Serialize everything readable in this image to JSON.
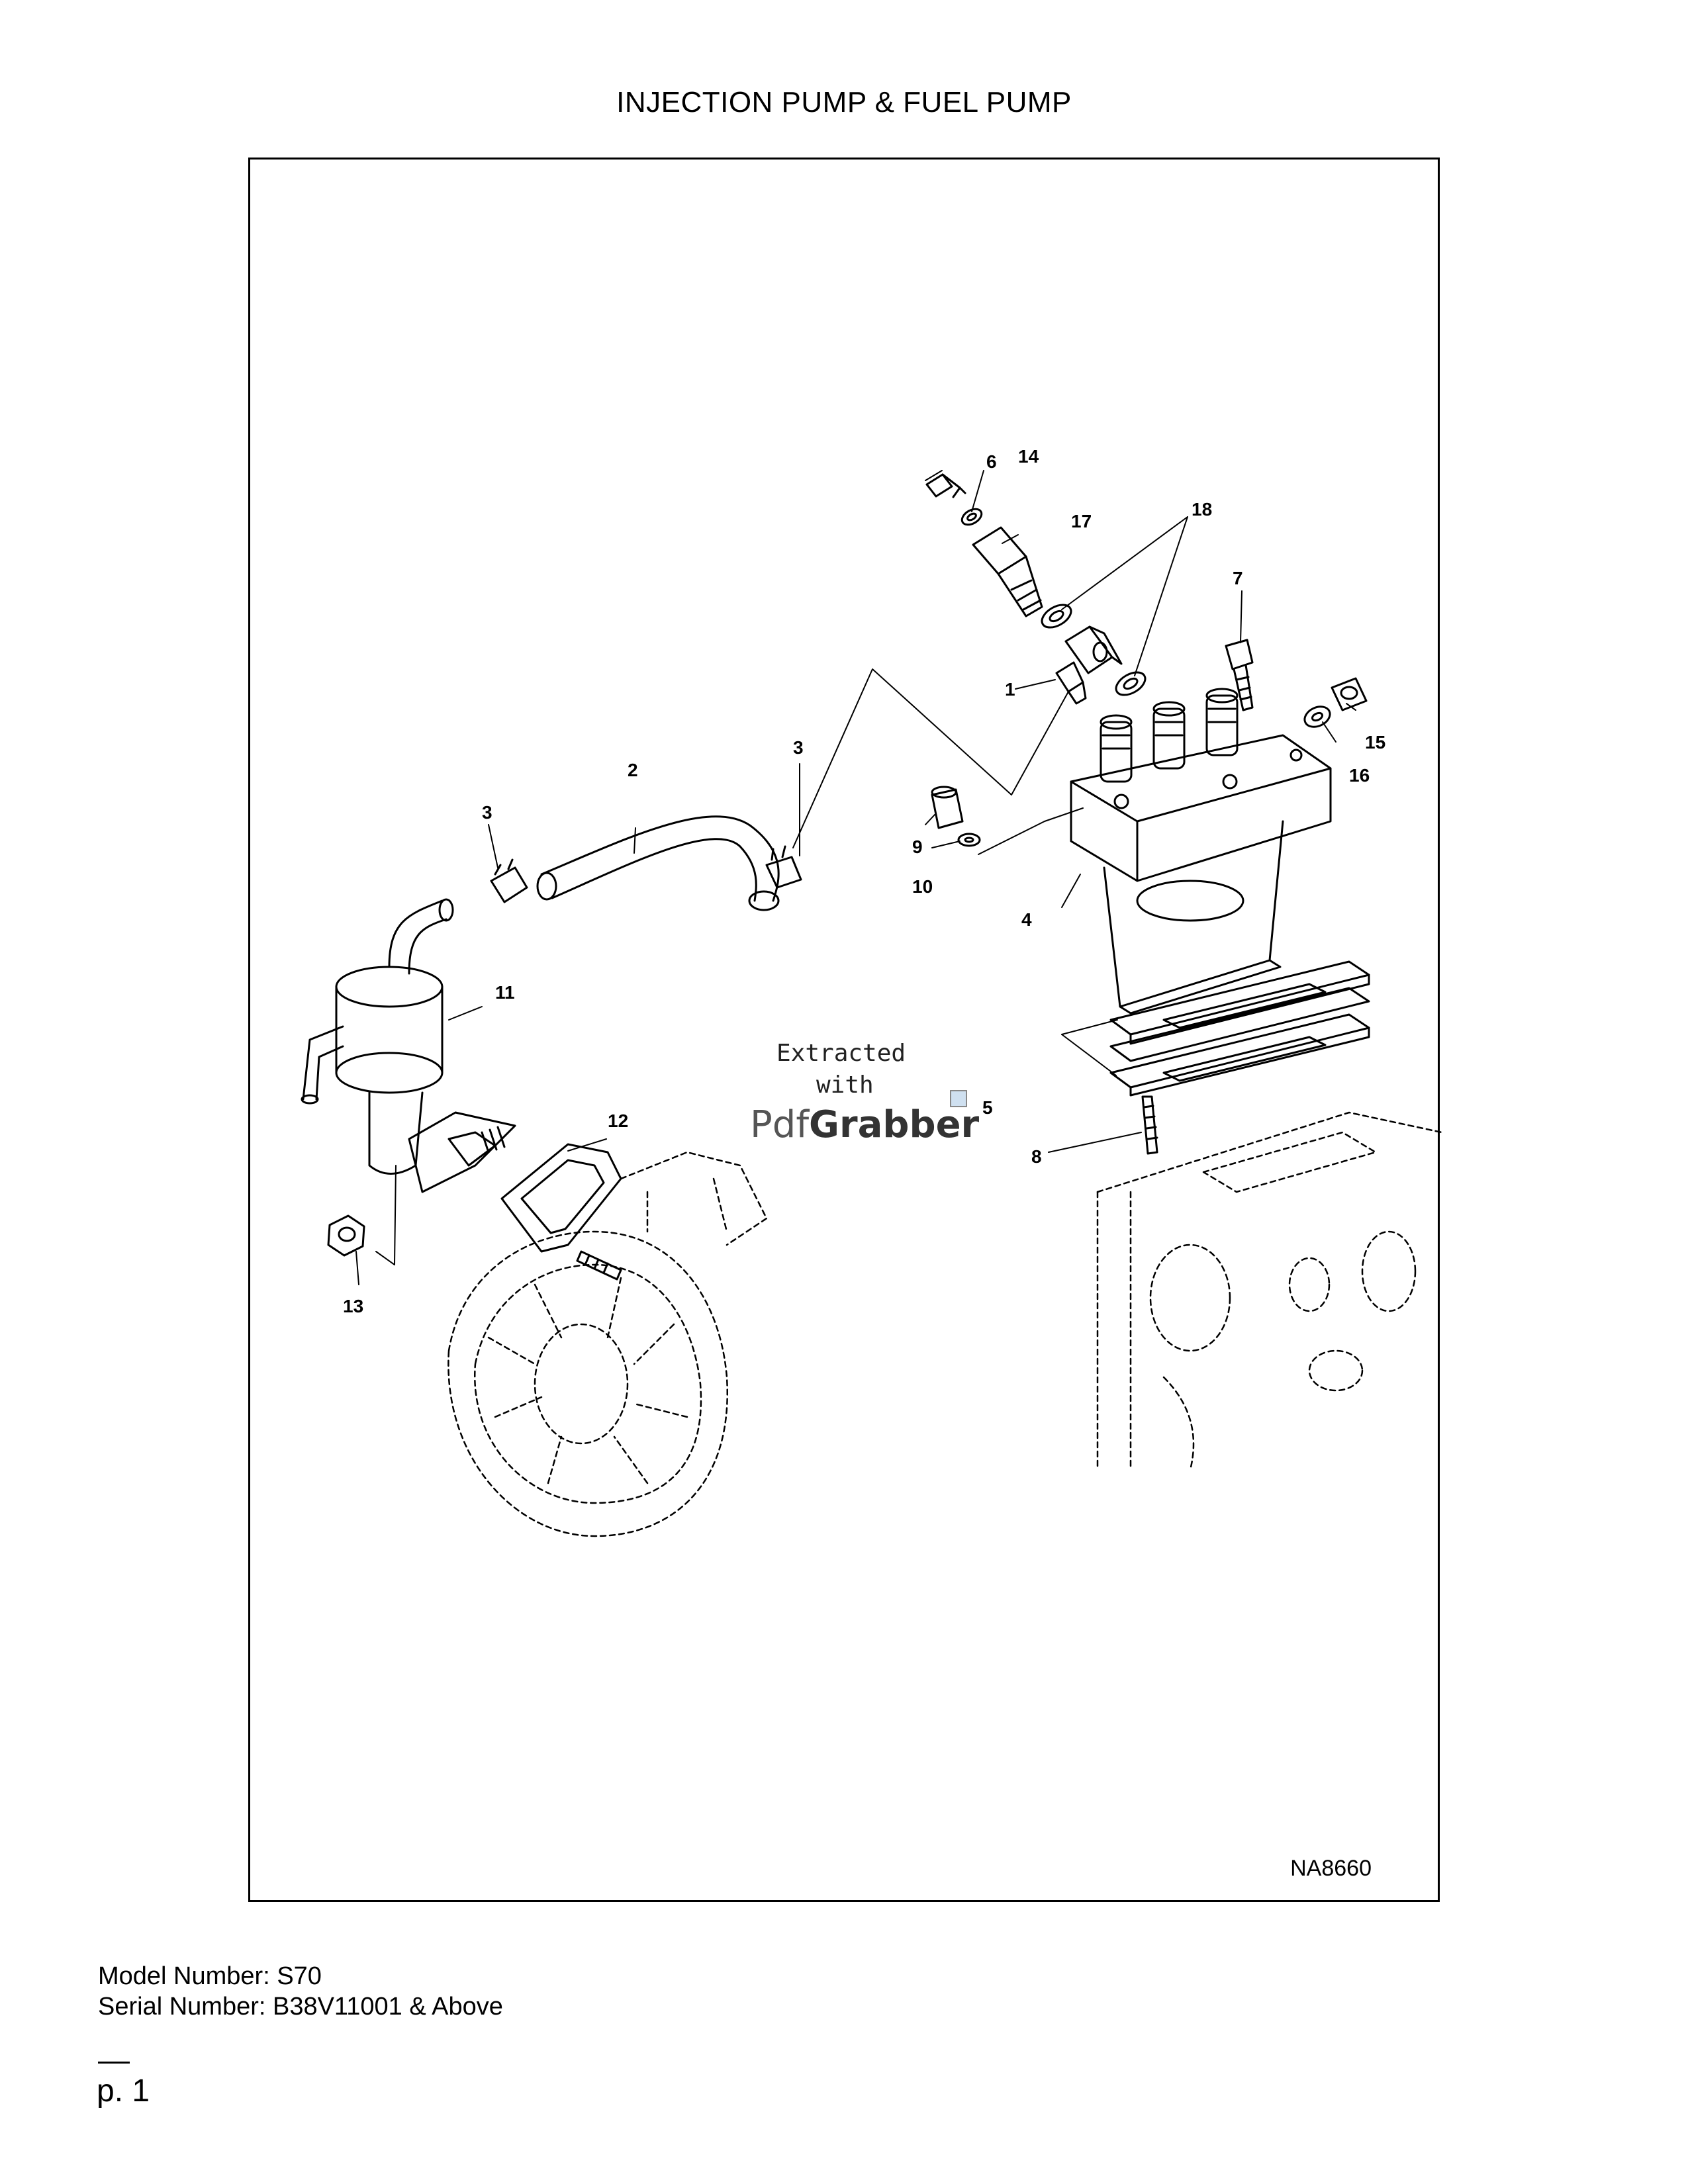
{
  "header": {
    "title": "INJECTION PUMP & FUEL PUMP"
  },
  "diagram": {
    "drawing_code": "NA8660",
    "callouts": [
      "1",
      "2",
      "3",
      "3",
      "4",
      "5",
      "6",
      "7",
      "8",
      "9",
      "10",
      "11",
      "12",
      "13",
      "14",
      "15",
      "16",
      "17",
      "18"
    ]
  },
  "watermark": {
    "line1": "Extracted",
    "line2": "with",
    "logo_light": "Pdf",
    "logo_bold": "Grabber"
  },
  "footer": {
    "model_number": "Model Number: S70",
    "serial_number": "Serial Number: B38V11001 & Above",
    "page": "p. 1"
  }
}
